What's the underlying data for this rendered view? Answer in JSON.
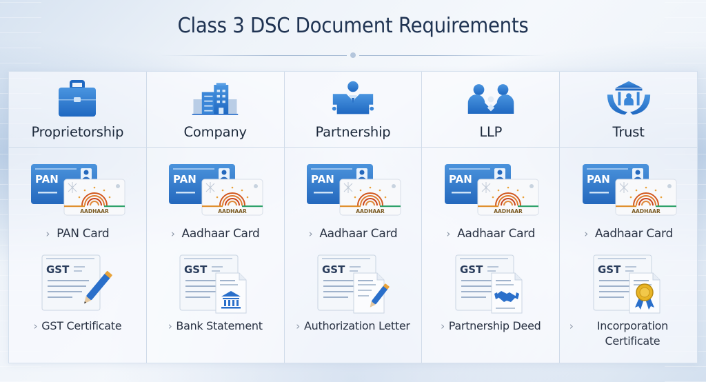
{
  "title": "Class 3 DSC Document Requirements",
  "colors": {
    "accent_blue": "#2f7fd3",
    "title_text": "#1f3352",
    "aadhaar_orange": "#e07a2c",
    "medal_gold": "#e8b425"
  },
  "columns": [
    {
      "entity": "Proprietorship",
      "icon": "briefcase-icon",
      "documents": [
        {
          "label": "PAN Card",
          "icon": "pan-aadhaar-cards-icon"
        },
        {
          "label": "GST Certificate",
          "icon": "gst-document-pen-icon"
        }
      ]
    },
    {
      "entity": "Company",
      "icon": "office-building-icon",
      "documents": [
        {
          "label": "Aadhaar Card",
          "icon": "pan-aadhaar-cards-icon"
        },
        {
          "label": "Bank Statement",
          "icon": "gst-document-bank-icon"
        }
      ]
    },
    {
      "entity": "Partnership",
      "icon": "partner-person-icon",
      "documents": [
        {
          "label": "Aadhaar Card",
          "icon": "pan-aadhaar-cards-icon"
        },
        {
          "label": "Authorization Letter",
          "icon": "gst-document-letter-pen-icon"
        }
      ]
    },
    {
      "entity": "LLP",
      "icon": "two-partners-handshake-icon",
      "documents": [
        {
          "label": "Aadhaar Card",
          "icon": "pan-aadhaar-cards-icon"
        },
        {
          "label": "Partnership Deed",
          "icon": "gst-document-handshake-icon"
        }
      ]
    },
    {
      "entity": "Trust",
      "icon": "trust-hands-building-icon",
      "documents": [
        {
          "label": "Aadhaar Card",
          "icon": "pan-aadhaar-cards-icon"
        },
        {
          "label": "Incorporation Certificate",
          "icon": "gst-document-medal-icon"
        }
      ]
    }
  ],
  "card_text": {
    "pan": "PAN",
    "aadhaar": "AADHAAR",
    "gst": "GST"
  },
  "chevron": "›"
}
